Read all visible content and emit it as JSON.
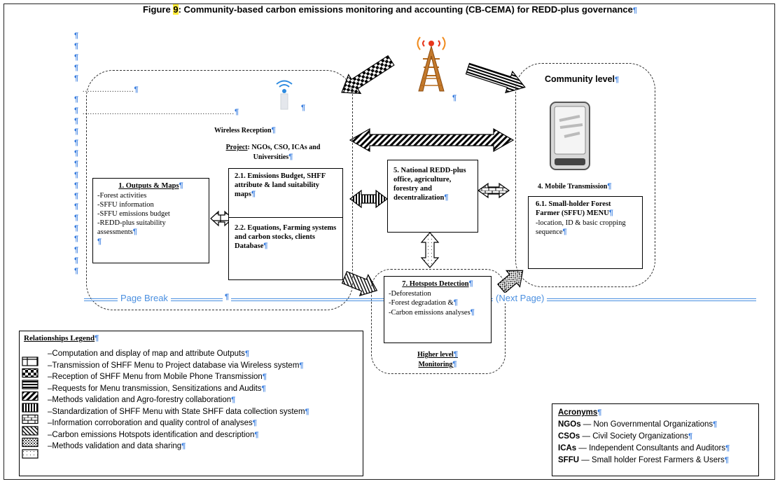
{
  "figure": {
    "title_prefix": "Figure ",
    "title_number": "9",
    "title_rest": ": Community-based carbon emissions monitoring and accounting (CB-CEMA) for REDD-plus governance",
    "pilcrow": "¶"
  },
  "labels": {
    "wireless_reception": "Wireless Reception",
    "project_label": "Project",
    "project_text": ": NGOs, CSO, ICAs and Universities",
    "community_level": "Community level",
    "mobile_transmission": "4. Mobile Transmission",
    "page_break": "Page Break",
    "next_page": "(Next Page)"
  },
  "boxes": {
    "outputs": {
      "title": "1. Outputs & Maps",
      "items": [
        "Forest activities",
        "SFFU information",
        "SFFU emissions budget",
        "REDD-plus suitability assessments"
      ]
    },
    "emissions_budget": {
      "text": "2.1. Emissions Budget, SHFF attribute & land suitability maps"
    },
    "equations": {
      "text": "2.2. Equations, Farming systems and carbon stocks, clients Database"
    },
    "national_redd": {
      "text": "5. National REDD-plus office, agriculture, forestry and decentralization"
    },
    "smallholder": {
      "title": "6.1. Small-holder Forest Farmer (SFFU) MENU",
      "text": "location, ID & basic cropping sequence"
    },
    "hotspots": {
      "title": "7. Hotspots Detection",
      "items": [
        "Deforestation",
        "Forest degradation &",
        "Carbon emissions analyses"
      ]
    },
    "higher_level": {
      "line1": "Higher level",
      "line2": "Monitoring"
    }
  },
  "legend": {
    "title": "Relationships Legend",
    "items": [
      "Computation and display of map and attribute Outputs",
      "Transmission of SHFF Menu to Project database via Wireless system",
      "Reception of SHFF Menu from Mobile Phone Transmission",
      "Requests for Menu transmission, Sensitizations and Audits",
      "Methods validation and Agro-forestry collaboration",
      "Standardization of SHFF Menu with State SHFF data collection system",
      "Information corroboration and quality control of analyses",
      "Carbon emissions Hotspots identification and description",
      "Methods validation and data sharing"
    ]
  },
  "acronyms": {
    "title": "Acronyms",
    "items": [
      {
        "abbr": "NGOs",
        "full": "Non Governmental Organizations"
      },
      {
        "abbr": "CSOs",
        "full": "Civil Society Organizations"
      },
      {
        "abbr": "ICAs",
        "full": "Independent Consultants and Auditors"
      },
      {
        "abbr": "SFFU",
        "full": "Small holder Forest Farmers & Users"
      }
    ]
  }
}
